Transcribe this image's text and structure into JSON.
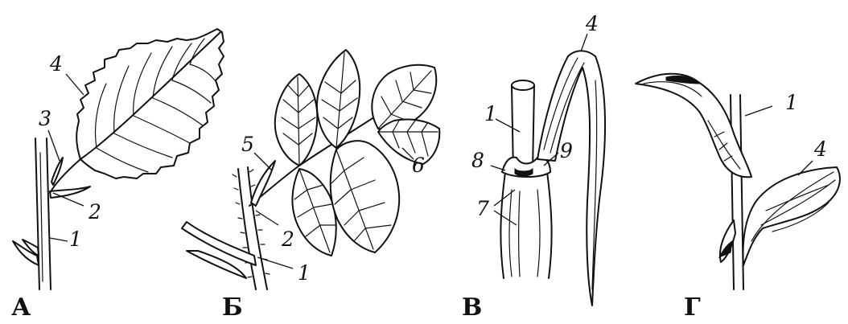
{
  "panels": {
    "a": {
      "letter": "А",
      "labels": {
        "l1": "1",
        "l2": "2",
        "l3": "3",
        "l4": "4"
      }
    },
    "b": {
      "letter": "Б",
      "labels": {
        "l1": "1",
        "l2": "2",
        "l5": "5",
        "l6": "6"
      }
    },
    "v": {
      "letter": "В",
      "labels": {
        "l1": "1",
        "l4": "4",
        "l7": "7",
        "l8": "8",
        "l9": "9"
      }
    },
    "g": {
      "letter": "Г",
      "labels": {
        "l1": "1",
        "l4": "4"
      }
    }
  },
  "colors": {
    "ink": "#111111",
    "background": "#ffffff"
  }
}
